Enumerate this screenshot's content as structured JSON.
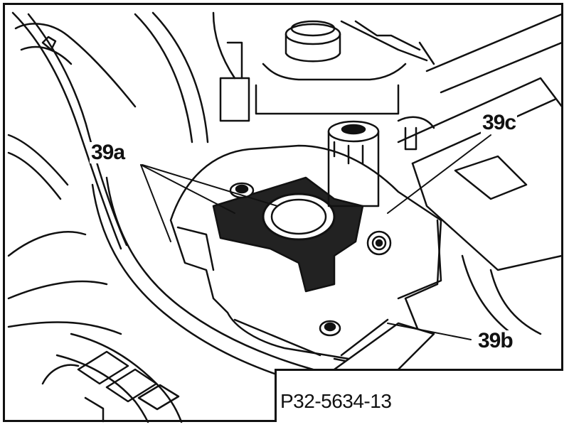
{
  "callouts": {
    "a": "39a",
    "b": "39b",
    "c": "39c"
  },
  "reference_code": "P32-5634-13"
}
